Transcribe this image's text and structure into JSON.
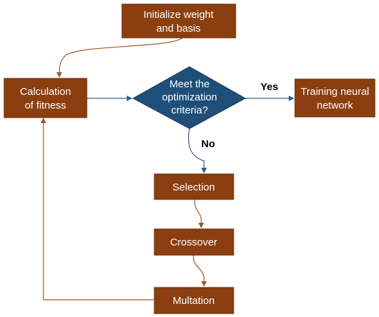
{
  "colors": {
    "box_fill": "#8B3E0F",
    "box_stroke": "#6A2A06",
    "diamond_fill": "#1F4E79",
    "diamond_stroke": "#173B5C",
    "arrow_brown": "#A0562A",
    "arrow_blue": "#2E5C8A",
    "text_light": "#ffffff",
    "text_dark": "#000000"
  },
  "nodes": {
    "init": {
      "lines": [
        "Initialize weight",
        "and basis"
      ]
    },
    "fitness": {
      "lines": [
        "Calculation",
        "of fitness"
      ]
    },
    "criteria": {
      "lines": [
        "Meet the",
        "optimization",
        "criteria?"
      ]
    },
    "training": {
      "lines": [
        "Training neural",
        "network"
      ]
    },
    "selection": {
      "lines": [
        "Selection"
      ]
    },
    "crossover": {
      "lines": [
        "Crossover"
      ]
    },
    "multation": {
      "lines": [
        "Multation"
      ]
    }
  },
  "edge_labels": {
    "yes": "Yes",
    "no": "No"
  }
}
